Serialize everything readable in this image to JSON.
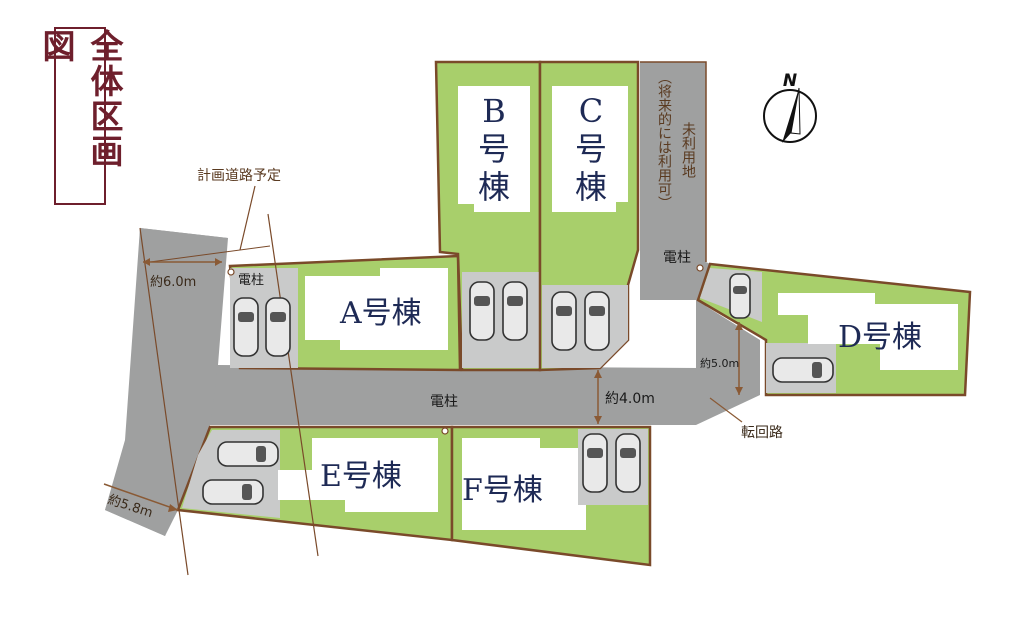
{
  "title": "全体区画図",
  "planned_road_label": "計画道路予定",
  "future_land_label_1": "未利用地",
  "future_land_label_2": "（将来的には利用可）",
  "pole_label": "電柱",
  "houses": {
    "a": "A号棟",
    "b_letter": "B",
    "b_kanji_1": "号",
    "b_kanji_2": "棟",
    "c_letter": "C",
    "c_kanji_1": "号",
    "c_kanji_2": "棟",
    "d": "D号棟",
    "e": "E号棟",
    "f": "F号棟"
  },
  "dimensions": {
    "road_6": "約6.0m",
    "road_58": "約5.8m",
    "road_4": "約4.0m",
    "turn_5": "約5.0m"
  },
  "turnaround_label": "転回路",
  "north_label": "N",
  "colors": {
    "lot_green": "#a8cf6b",
    "road_gray": "#9fa0a0",
    "parking_gray": "#c9caca",
    "boundary_brown": "#7a4a2a",
    "dimension_brown": "#8a5a35",
    "house_white": "#ffffff",
    "title_maroon": "#6e1f2c"
  }
}
